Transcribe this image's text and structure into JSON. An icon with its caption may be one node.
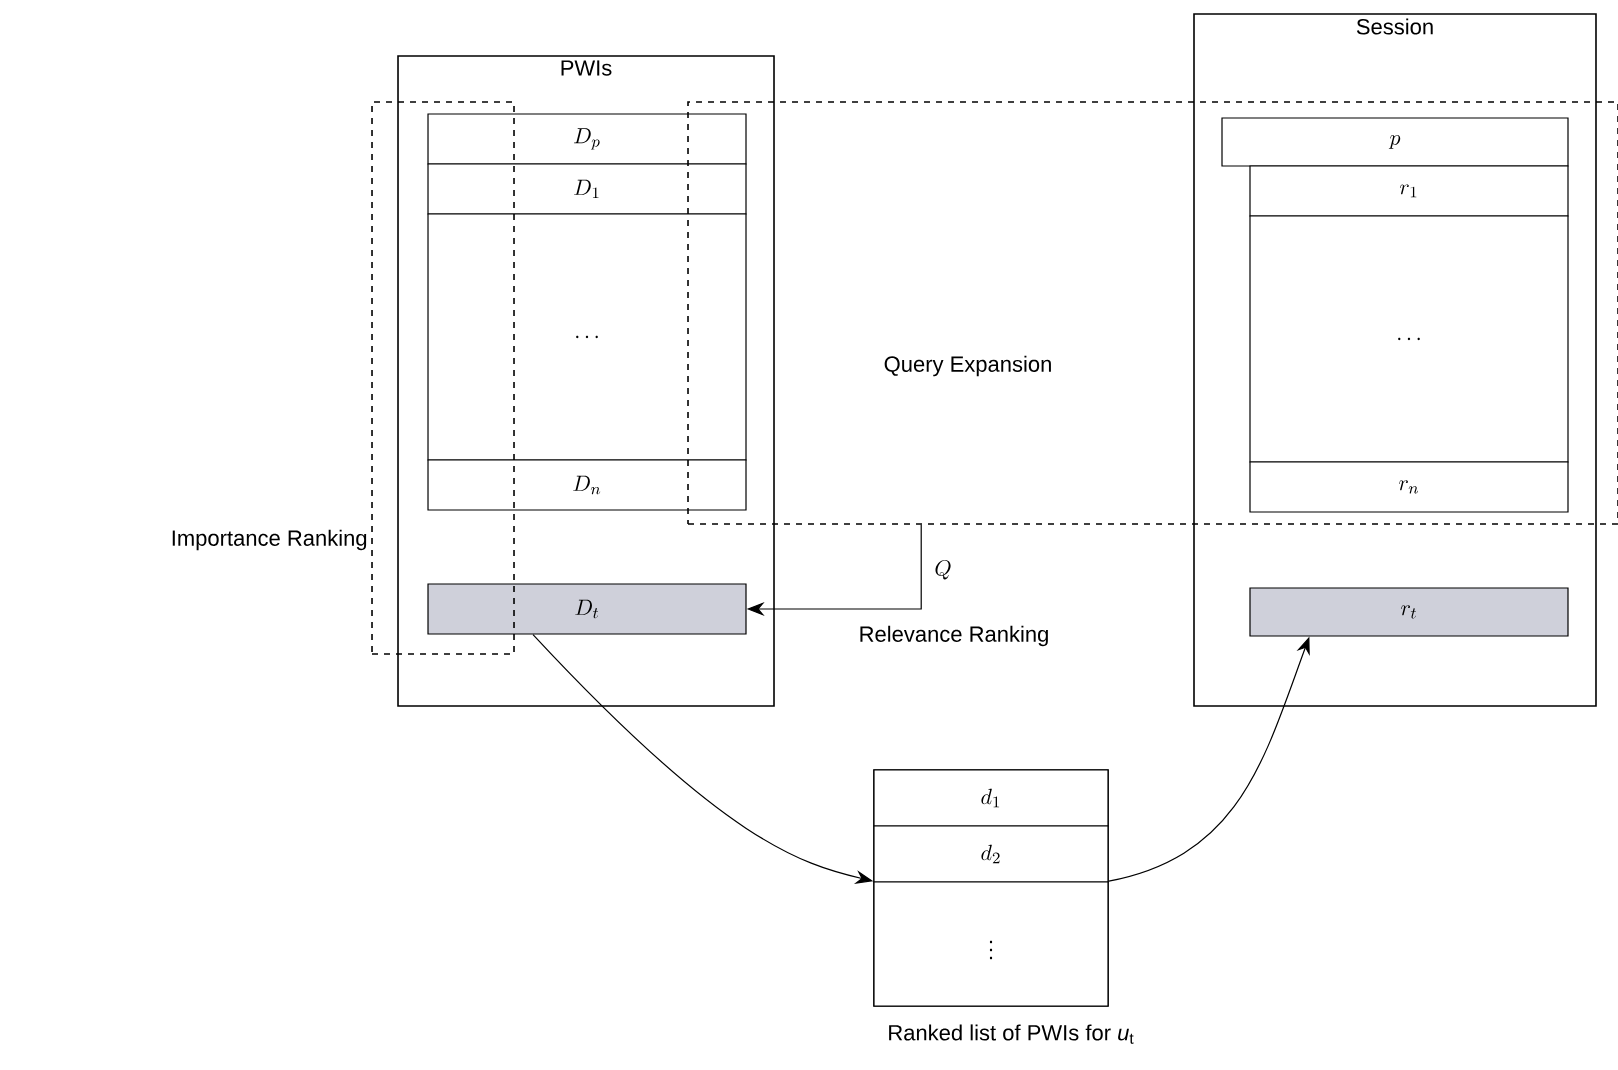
{
  "diagram": {
    "nodes": [
      {
        "text": [
          "PWIs"
        ]
      },
      {
        "text": [
          "D_p"
        ],
        "in": 0
      },
      {
        "text": [
          "D_1"
        ],
        "in": 0
      },
      {
        "text": [
          "\\ldots"
        ],
        "in": 0
      },
      {
        "text": [
          "D_n"
        ],
        "in": 0
      },
      {
        "text": [
          "D_t"
        ],
        "in": 0
      },
      {
        "text": [
          "Session"
        ]
      },
      {
        "text": [
          "p"
        ]
      },
      {
        "text": [
          "r_1"
        ]
      },
      {
        "text": [
          "\\ldots"
        ]
      },
      {
        "text": [
          "r_n"
        ]
      },
      {
        "text": [
          "r_t"
        ],
        "in": 6
      },
      {
        "text": [],
        "shape": "box",
        "beside": [
          "Ranked list of PWIs for *u*$_{t}$"
        ]
      },
      {
        "text": [
          "d_1"
        ],
        "in": 12
      },
      {
        "text": [
          "d_2"
        ],
        "in": 12
      },
      {
        "text": [
          "\\vdots"
        ],
        "in": 12
      },
      {
        "text": [
          "Importance Ranking"
        ]
      },
      {
        "text": [
          "Query Expansion"
        ]
      }
    ],
    "edges": [
      {
        "from": 17,
        "to": 5,
        "arrow": "to",
        "label": "Q"
      },
      {
        "from": 5,
        "to": 12,
        "arrow": "to"
      },
      {
        "from": 12,
        "to": 11,
        "arrow": "to"
      }
    ],
    "labels": [
      "Relevance Ranking"
    ]
  }
}
